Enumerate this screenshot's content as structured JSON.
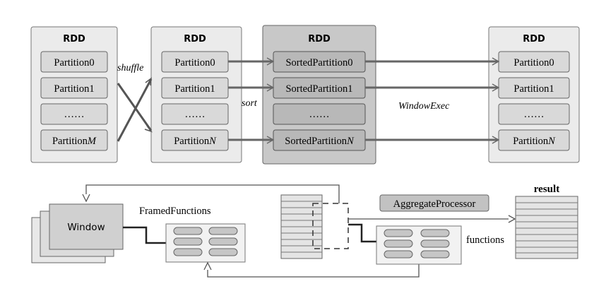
{
  "rdd_blocks": [
    {
      "title": "RDD",
      "partitions": [
        {
          "name": "Partition",
          "suffix": "0",
          "italic_suffix": false
        },
        {
          "name": "Partition",
          "suffix": "1",
          "italic_suffix": false
        },
        {
          "name": "……",
          "suffix": "",
          "italic_suffix": false
        },
        {
          "name": "Partition",
          "suffix": "M",
          "italic_suffix": true
        }
      ]
    },
    {
      "title": "RDD",
      "partitions": [
        {
          "name": "Partition",
          "suffix": "0",
          "italic_suffix": false
        },
        {
          "name": "Partition",
          "suffix": "1",
          "italic_suffix": false
        },
        {
          "name": "……",
          "suffix": "",
          "italic_suffix": false
        },
        {
          "name": "Partition",
          "suffix": "N",
          "italic_suffix": true
        }
      ]
    },
    {
      "title": "RDD",
      "partitions": [
        {
          "name": "SortedPartition",
          "suffix": "0",
          "italic_suffix": false
        },
        {
          "name": "SortedPartition",
          "suffix": "1",
          "italic_suffix": false
        },
        {
          "name": "……",
          "suffix": "",
          "italic_suffix": false
        },
        {
          "name": "SortedPartition",
          "suffix": "N",
          "italic_suffix": true
        }
      ]
    },
    {
      "title": "RDD",
      "partitions": [
        {
          "name": "Partition",
          "suffix": "0",
          "italic_suffix": false
        },
        {
          "name": "Partition",
          "suffix": "1",
          "italic_suffix": false
        },
        {
          "name": "……",
          "suffix": "",
          "italic_suffix": false
        },
        {
          "name": "Partition",
          "suffix": "N",
          "italic_suffix": true
        }
      ]
    }
  ],
  "labels": {
    "shuffle": "shuffle",
    "sort": "sort",
    "window_exec": "WindowExec",
    "window": "Window",
    "framed_functions": "FramedFunctions",
    "aggregate_processor": "AggregateProcessor",
    "functions": "functions",
    "result": "result"
  },
  "colors": {
    "block_light": "#ebebeb",
    "block_dark": "#c8c8c8",
    "partition_fill": "#d9d9d9",
    "sorted_partition_fill": "#b8b8b8",
    "line": "#555555"
  }
}
